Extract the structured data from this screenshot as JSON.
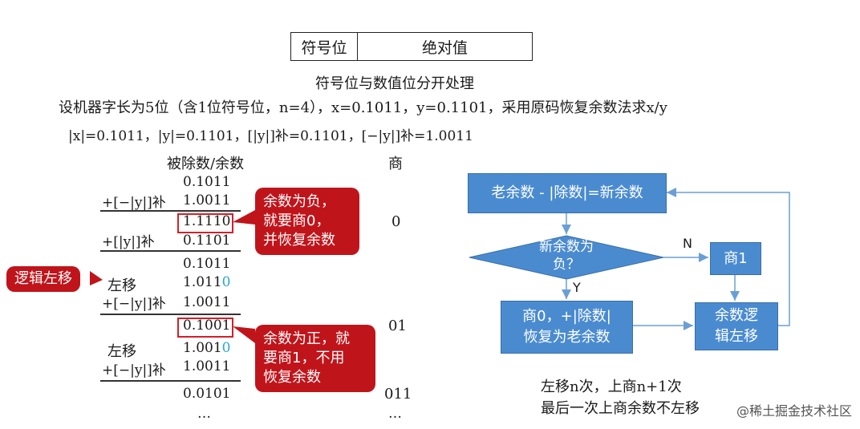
{
  "header_table": {
    "col1": "符号位",
    "col2": "绝对值"
  },
  "subtitle": "符号位与数值位分开处理",
  "problem": {
    "line1": "设机器字长为5位（含1位符号位，n=4），x=0.1011，y=0.1101，采用原码恢复余数法求x/y",
    "line2": "|x|=0.1011，|y|=0.1101，[|y|]补=0.1101，[−|y|]补=1.0011"
  },
  "columns": {
    "dividend_header": "被除数/余数",
    "quotient_header": "商"
  },
  "steps": {
    "r1": "0.1011",
    "op1": "+[−|y|]补",
    "v1": "1.0011",
    "r2": "1.1110",
    "q1": "0",
    "op2": "+[|y|]补",
    "v2": "0.1101",
    "r3": "0.1011",
    "shift1": "左移",
    "r4_prefix": "1.011",
    "r4_suffix": "0",
    "op3": "+[−|y|]补",
    "v3": "1.0011",
    "r5": "0.1001",
    "q2": "01",
    "shift2": "左移",
    "r6_prefix": "1.001",
    "r6_suffix": "0",
    "op4": "+[−|y|]补",
    "v4": "1.0011",
    "r7": "0.0101",
    "q3": "011",
    "ellipsis_left": "…",
    "ellipsis_right": "…"
  },
  "callouts": {
    "negative": [
      "余数为负，",
      "就要商0，",
      "并恢复余数"
    ],
    "positive": [
      "余数为正，就",
      "要商1，不用",
      "恢复余数"
    ],
    "logic_shift": "逻辑左移"
  },
  "flowchart": {
    "box_subtract": "老余数 - |除数|=新余数",
    "decision": [
      "新余数为",
      "负？"
    ],
    "label_no": "N",
    "label_yes": "Y",
    "box_q1": "商1",
    "box_q0": [
      "商0，+|除数|",
      "恢复为老余数"
    ],
    "box_shift": [
      "余数逻",
      "辑左移"
    ]
  },
  "notes": {
    "line1": "左移n次，上商n+1次",
    "line2": "最后一次上商余数不左移"
  },
  "watermark": "@稀土掘金技术社区",
  "colors": {
    "flow_blue": "#4a8bd0",
    "callout_red": "#c0141b",
    "highlight_red": "#d3202a",
    "arrow_blue": "#6a9fd6",
    "cyan_digit": "#26a9c9"
  }
}
